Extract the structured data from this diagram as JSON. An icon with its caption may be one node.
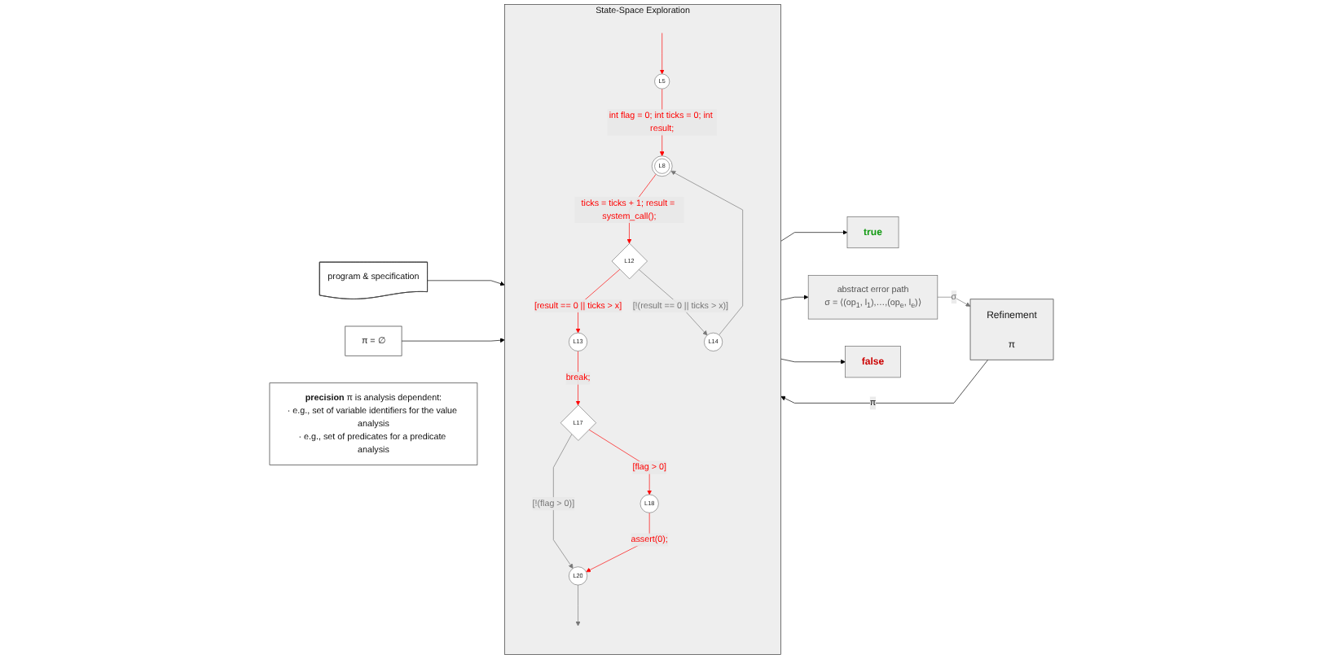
{
  "diagram": {
    "nodes": [
      {
        "text": [
          "program & specification"
        ]
      },
      {
        "text": [
          "π = ∅"
        ]
      },
      {
        "text": [
          "State-Space Exploration"
        ]
      },
      {
        "text": [
          "L5"
        ],
        "in": 2
      },
      {
        "text": [
          "L8"
        ],
        "in": 2
      },
      {
        "text": [
          "L12"
        ],
        "in": 2
      },
      {
        "text": [
          "L13"
        ],
        "in": 2
      },
      {
        "text": [
          "L14"
        ],
        "in": 2
      },
      {
        "text": [
          "L17"
        ],
        "in": 2
      },
      {
        "text": [
          "L18"
        ],
        "in": 2
      },
      {
        "text": [
          "L20"
        ],
        "in": 2
      },
      {
        "text": [
          "true"
        ]
      },
      {
        "text": [
          "abstract error path",
          "σ = ⟨(op$_{1}$, l$_{1}$),…,(op$_{e}$, l$_{e}$)⟩"
        ]
      },
      {
        "text": [
          "false"
        ]
      },
      {
        "text": [
          "Refinement",
          "π"
        ]
      },
      {
        "text": [
          "**precision** π is analysis dependent:",
          "· e.g., set of variable identifiers for the value analysis",
          "· e.g., set of predicates for a predicate analysis"
        ]
      }
    ],
    "edges": [
      {
        "from": 0,
        "to": 2,
        "arrow": "to",
        "color": "#000000"
      },
      {
        "from": 1,
        "to": 2,
        "arrow": "to",
        "color": "#000000"
      },
      {
        "from": null,
        "to": 3,
        "arrow": "to",
        "color": "#ff0000"
      },
      {
        "from": 3,
        "to": 4,
        "arrow": "to",
        "label": "int flag = 0; int ticks = 0; int result;",
        "color": "#ff0000"
      },
      {
        "from": 4,
        "to": 5,
        "arrow": "to",
        "label": "ticks = ticks + 1; result = system_call();",
        "color": "#ff0000"
      },
      {
        "from": 5,
        "to": 6,
        "arrow": "to",
        "label": "[result == 0 || ticks > x]",
        "color": "#ff0000"
      },
      {
        "from": 5,
        "to": 7,
        "arrow": "to",
        "label": "[!(result == 0 || ticks > x)]",
        "color": "#777777"
      },
      {
        "from": 7,
        "to": 4,
        "arrow": "to",
        "color": "#777777"
      },
      {
        "from": 6,
        "to": 8,
        "arrow": "to",
        "label": "break;",
        "color": "#ff0000"
      },
      {
        "from": 8,
        "to": 9,
        "arrow": "to",
        "label": "[flag > 0]",
        "color": "#ff0000"
      },
      {
        "from": 8,
        "to": 10,
        "arrow": "to",
        "label": "[!(flag > 0)]",
        "color": "#777777"
      },
      {
        "from": 9,
        "to": 10,
        "arrow": "to",
        "label": "assert(0);",
        "color": "#ff0000"
      },
      {
        "from": 10,
        "to": null,
        "arrow": "to",
        "color": "#777777"
      },
      {
        "from": 2,
        "to": 11,
        "arrow": "to",
        "color": "#000000"
      },
      {
        "from": 2,
        "to": 12,
        "arrow": "to",
        "color": "#000000"
      },
      {
        "from": 2,
        "to": 13,
        "arrow": "to",
        "color": "#000000"
      },
      {
        "from": 12,
        "to": 14,
        "arrow": "to",
        "label": "σ",
        "color": "#777777"
      },
      {
        "from": 14,
        "to": 2,
        "arrow": "to",
        "label": "π",
        "color": "#000000"
      }
    ]
  }
}
